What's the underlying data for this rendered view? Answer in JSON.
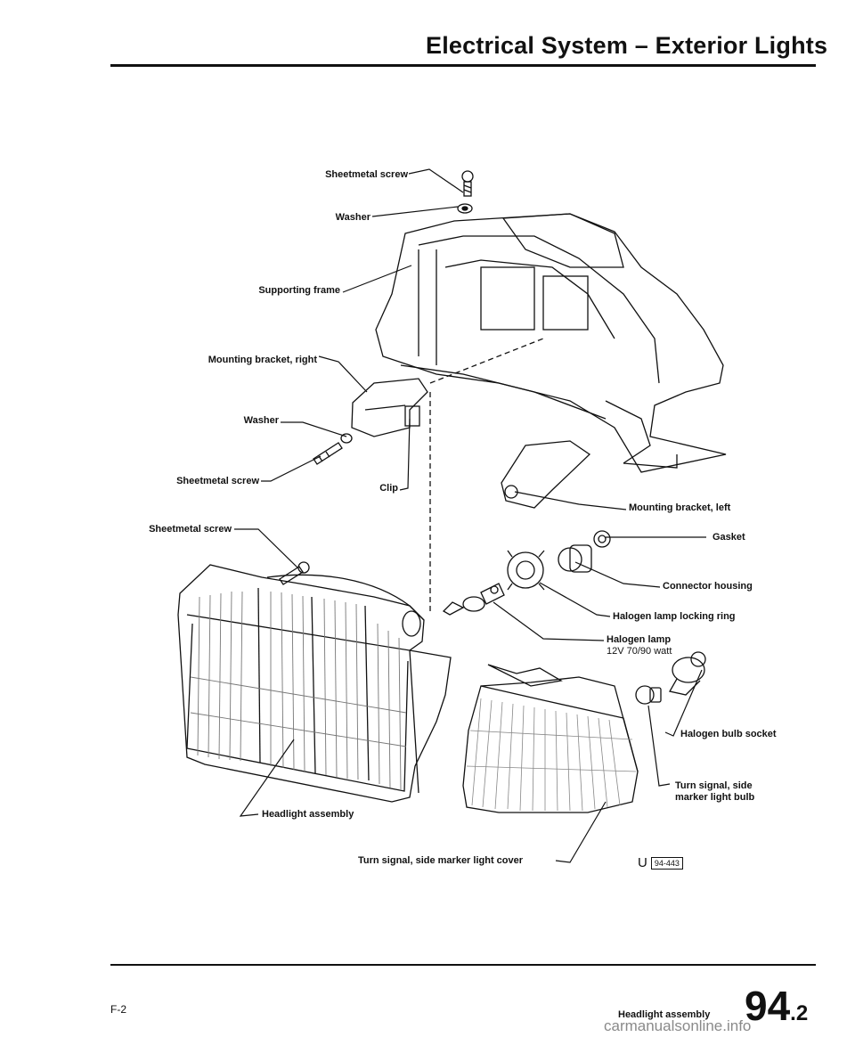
{
  "header": {
    "title": "Electrical System – Exterior Lights"
  },
  "callouts": {
    "sheetmetal_screw_top": "Sheetmetal screw",
    "washer_top": "Washer",
    "supporting_frame": "Supporting frame",
    "mounting_bracket_right": "Mounting bracket, right",
    "washer_mid": "Washer",
    "sheetmetal_screw_mid": "Sheetmetal screw",
    "clip": "Clip",
    "mounting_bracket_left": "Mounting bracket, left",
    "sheetmetal_screw_low": "Sheetmetal screw",
    "gasket": "Gasket",
    "connector_housing": "Connector housing",
    "halogen_lamp_locking_ring": "Halogen lamp locking ring",
    "halogen_lamp": "Halogen lamp",
    "halogen_lamp_spec": "12V 70/90 watt",
    "halogen_bulb_socket": "Halogen bulb socket",
    "turn_signal_bulb_line1": "Turn signal, side",
    "turn_signal_bulb_line2": "marker light bulb",
    "headlight_assembly": "Headlight assembly",
    "turn_signal_cover": "Turn signal, side marker light cover"
  },
  "figure_ref": {
    "prefix": "U",
    "code": "94-443"
  },
  "footer": {
    "page_code": "F-2",
    "section_title": "Headlight assembly",
    "section_number": "94",
    "section_sub": ".2"
  },
  "watermark": "carmanualsonline.info"
}
